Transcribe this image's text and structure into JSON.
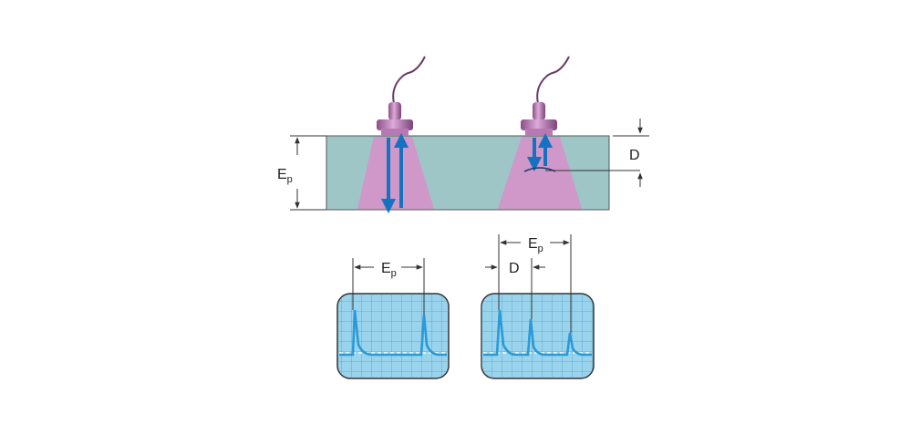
{
  "labels": {
    "thickness_main": "E",
    "thickness_sub": "p",
    "defect_depth": "D",
    "screen1_thickness_main": "E",
    "screen1_thickness_sub": "p",
    "screen2_thickness_main": "E",
    "screen2_thickness_sub": "p",
    "screen2_depth": "D"
  },
  "colors": {
    "material": "#9fc6c7",
    "beam": "#d492c8",
    "transducer": "#b879b3",
    "arrow": "#1572c0",
    "screen": "#9ad4ec",
    "grid": "#3f8fc0",
    "trace": "#2a9ad8"
  },
  "icons": {
    "probe": "transducer-probe-icon",
    "echo": "echo-arrow-icon"
  }
}
